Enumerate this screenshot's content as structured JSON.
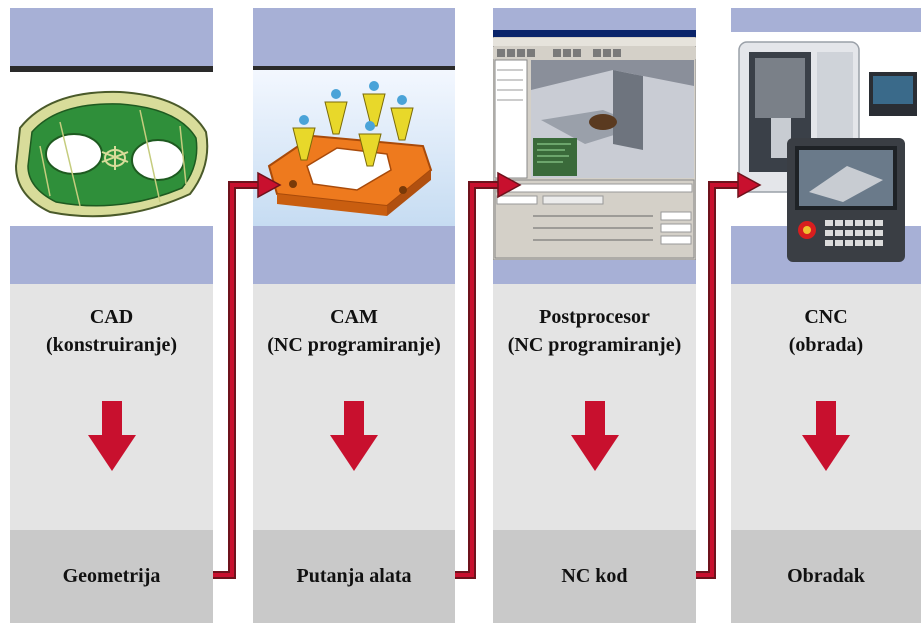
{
  "stages": [
    {
      "title_line1": "CAD",
      "title_line2": "(konstruiranje)",
      "output": "Geometrija",
      "image_icon": "cad-part-image"
    },
    {
      "title_line1": "CAM",
      "title_line2": "(NC programiranje)",
      "output": "Putanja alata",
      "image_icon": "cam-toolpath-image"
    },
    {
      "title_line1": "Postprocesor",
      "title_line2": "(NC programiranje)",
      "output": "NC kod",
      "image_icon": "postprocessor-screen-image"
    },
    {
      "title_line1": "CNC",
      "title_line2": "(obrada)",
      "output": "Obradak",
      "image_icon": "cnc-machine-image"
    }
  ],
  "colors": {
    "band": "#a7b0d6",
    "panel": "#e4e4e4",
    "footer": "#c9c9c9",
    "arrow": "#c8102e",
    "connector": "#8b1a24"
  }
}
